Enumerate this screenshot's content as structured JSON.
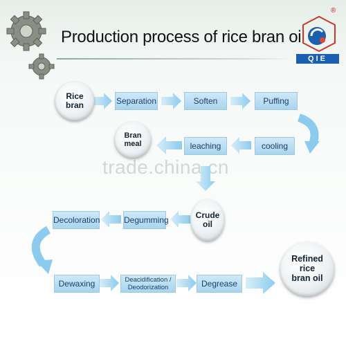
{
  "header": {
    "title": "Production process of rice bran oil"
  },
  "logo": {
    "text": "QIE",
    "registered": "®"
  },
  "nodes": {
    "rice_bran": [
      "Rice",
      "bran"
    ],
    "separation": "Separation",
    "soften": "Soften",
    "puffing": "Puffing",
    "cooling": "cooling",
    "leaching": "leaching",
    "bran_meal": [
      "Bran",
      "meal"
    ],
    "crude_oil": [
      "Crude",
      "oil"
    ],
    "degumming": "Degumming",
    "decoloration": "Decoloration",
    "dewaxing": "Dewaxing",
    "deacidification": [
      "Deacidification /",
      "Deodorization"
    ],
    "degrease": "Degrease",
    "refined_oil": [
      "Refined",
      "rice",
      "bran oil"
    ]
  },
  "watermark": "trade.china.cn",
  "colors": {
    "box_fill": "#b9dcf1",
    "arrow": "#9fd3ee",
    "box_text": "#1a3e6e"
  }
}
